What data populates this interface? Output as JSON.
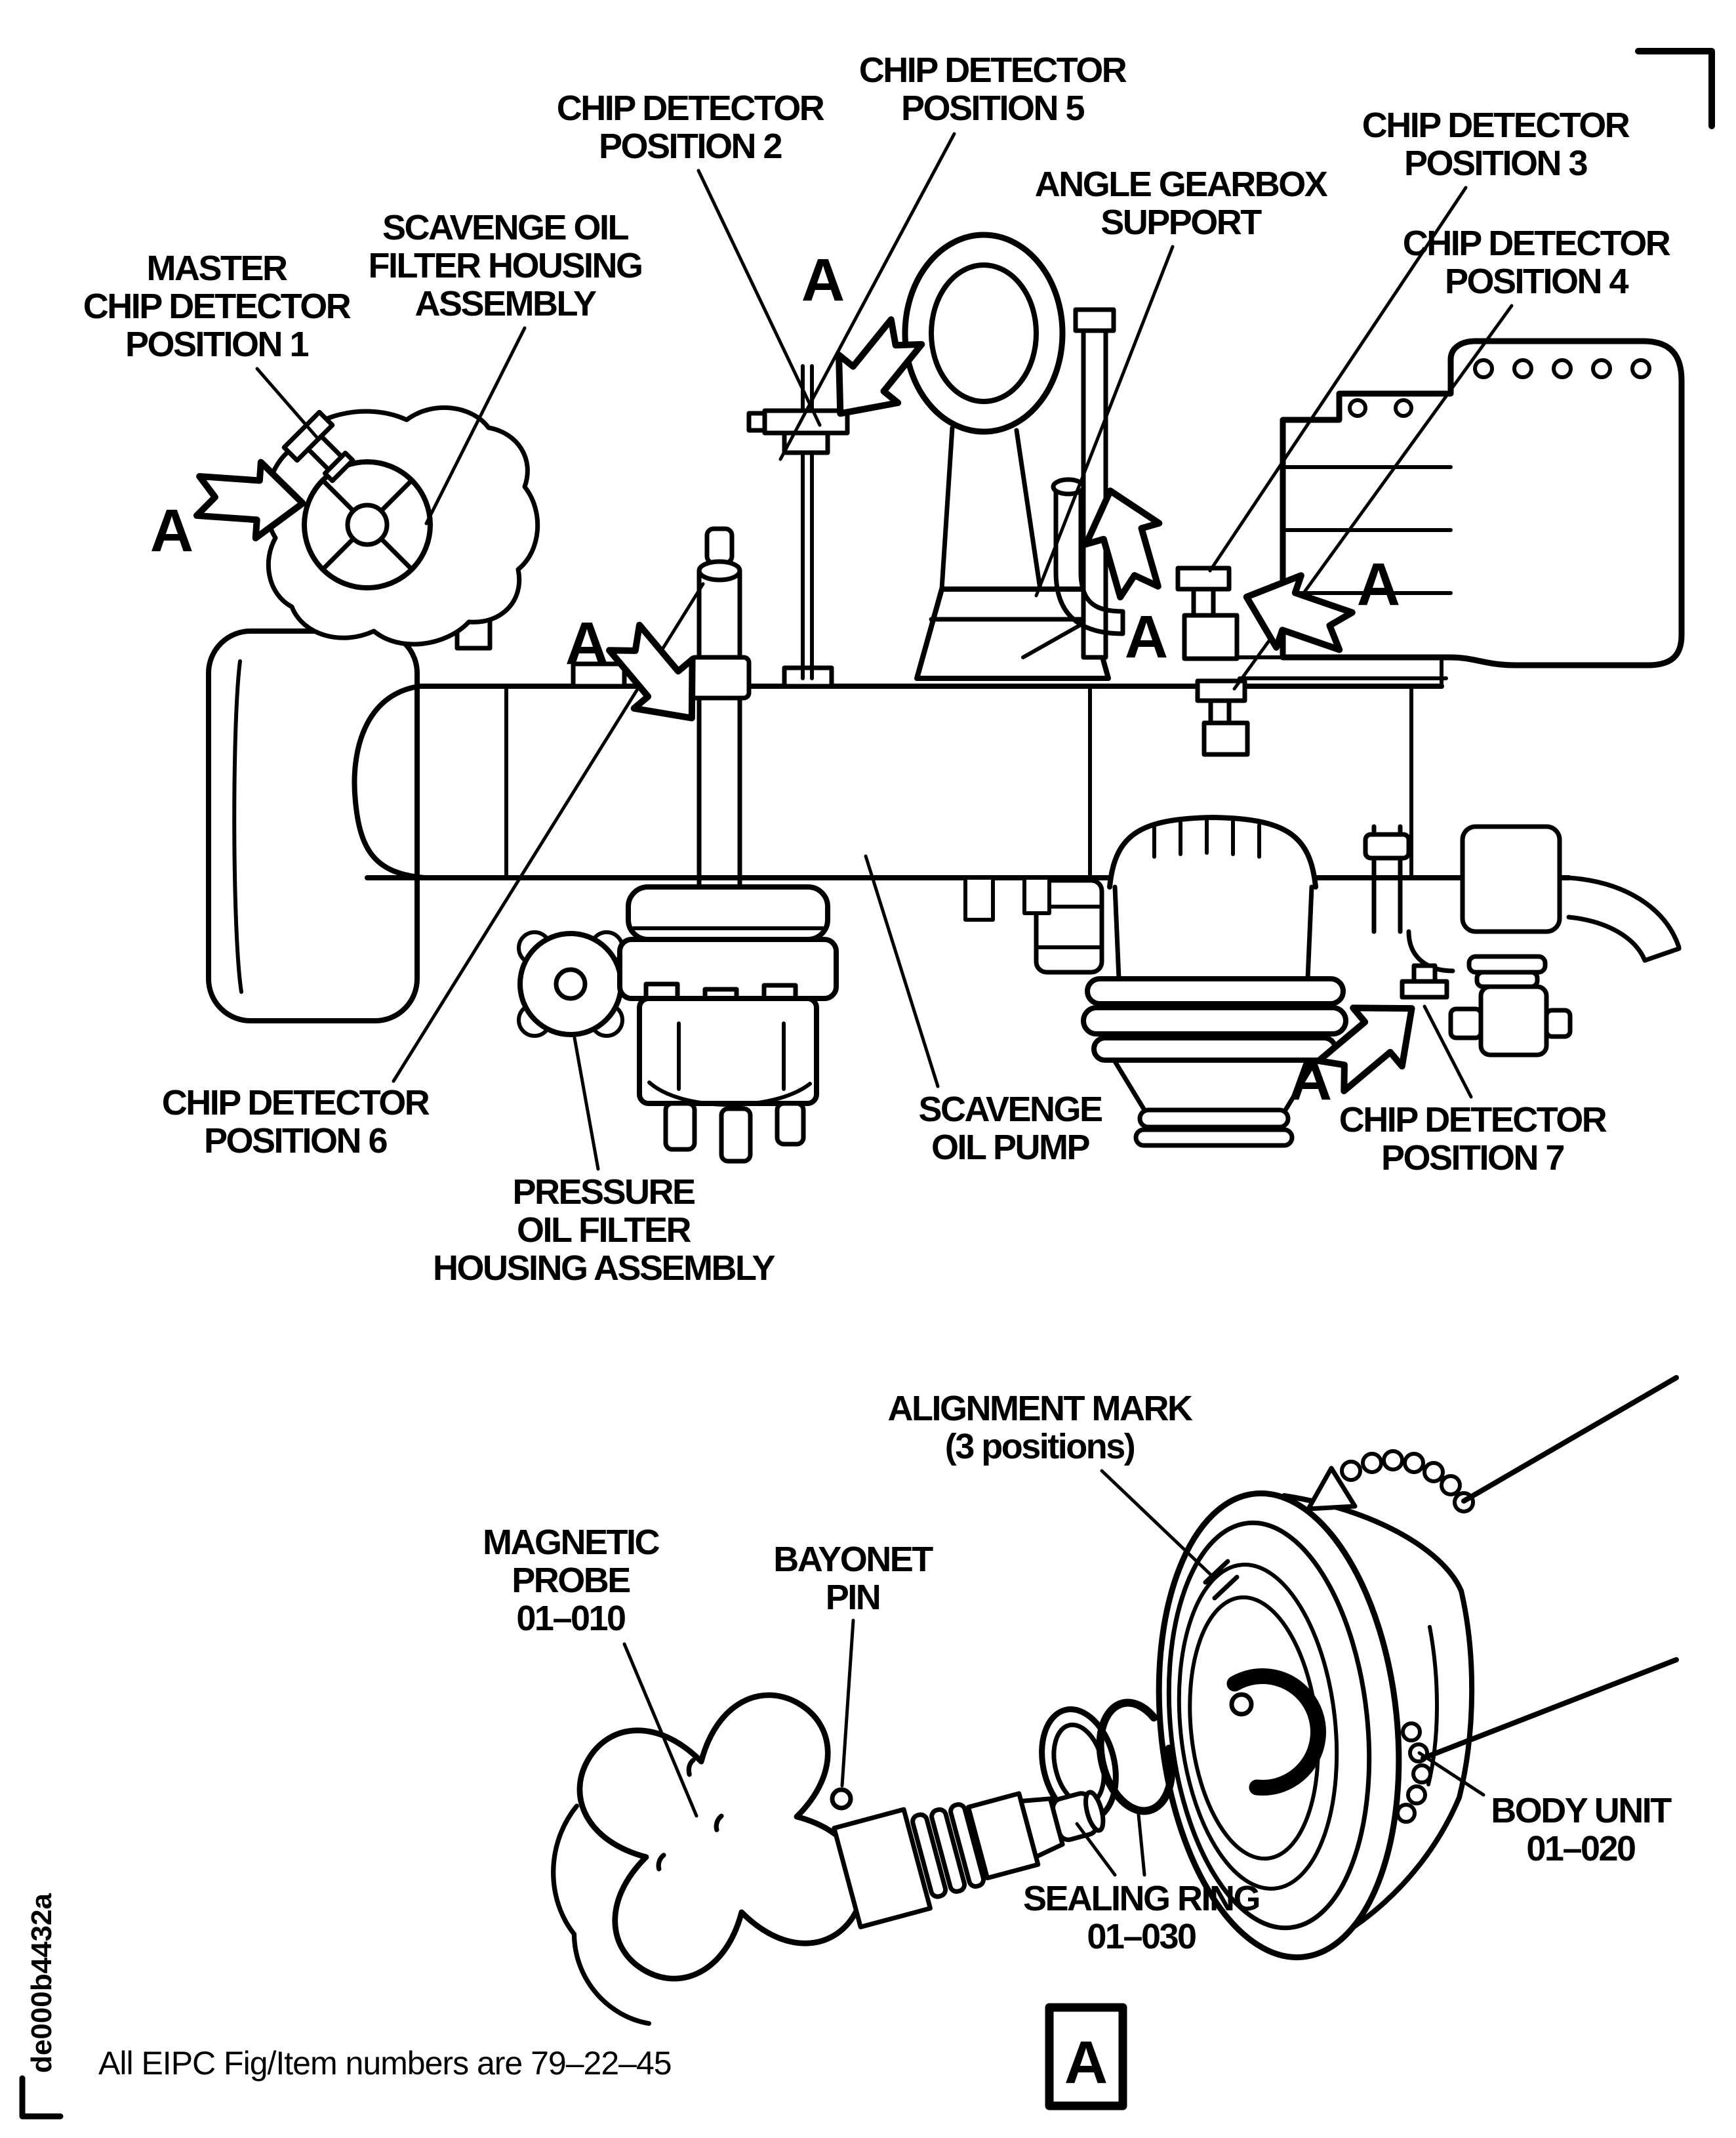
{
  "figure": {
    "view_marker": "A",
    "detail_box_label": "A",
    "footer_note": "All EIPC Fig/Item numbers are 79–22–45",
    "doc_id": "de000b4432a"
  },
  "colors": {
    "ink": "#000000",
    "paper": "#ffffff"
  },
  "labels": {
    "master_chip_detector": {
      "lines": [
        "MASTER",
        "CHIP DETECTOR",
        "POSITION 1"
      ]
    },
    "scavenge_oil_filter_housing": {
      "lines": [
        "SCAVENGE OIL",
        "FILTER HOUSING",
        "ASSEMBLY"
      ]
    },
    "chip_detector_2": {
      "lines": [
        "CHIP DETECTOR",
        "POSITION 2"
      ]
    },
    "chip_detector_5": {
      "lines": [
        "CHIP DETECTOR",
        "POSITION 5"
      ]
    },
    "angle_gearbox_support": {
      "lines": [
        "ANGLE GEARBOX",
        "SUPPORT"
      ]
    },
    "chip_detector_3": {
      "lines": [
        "CHIP DETECTOR",
        "POSITION 3"
      ]
    },
    "chip_detector_4": {
      "lines": [
        "CHIP DETECTOR",
        "POSITION 4"
      ]
    },
    "chip_detector_6": {
      "lines": [
        "CHIP DETECTOR",
        "POSITION 6"
      ]
    },
    "scavenge_oil_pump": {
      "lines": [
        "SCAVENGE",
        "OIL PUMP"
      ]
    },
    "chip_detector_7": {
      "lines": [
        "CHIP DETECTOR",
        "POSITION 7"
      ]
    },
    "pressure_oil_filter_housing": {
      "lines": [
        "PRESSURE",
        "OIL FILTER",
        "HOUSING ASSEMBLY"
      ]
    },
    "alignment_mark": {
      "lines": [
        "ALIGNMENT MARK",
        "(3 positions)"
      ]
    },
    "magnetic_probe": {
      "lines": [
        "MAGNETIC",
        "PROBE",
        "01–010"
      ]
    },
    "bayonet_pin": {
      "lines": [
        "BAYONET",
        "PIN"
      ]
    },
    "body_unit": {
      "lines": [
        "BODY UNIT",
        "01–020"
      ]
    },
    "sealing_ring": {
      "lines": [
        "SEALING RING",
        "01–030"
      ]
    }
  }
}
